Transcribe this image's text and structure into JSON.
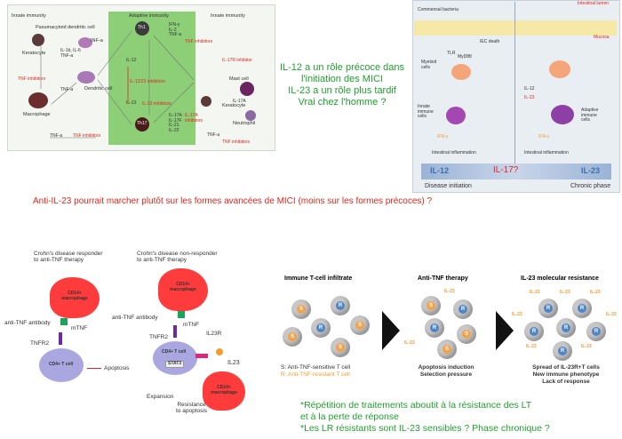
{
  "panel1": {
    "headers": {
      "innate_left": "Innate immunity",
      "adaptive": "Adaptive immunity",
      "innate_right": "Innate immunity"
    },
    "labels": {
      "pdc": "Pasumacytoid dendritic cell",
      "keratocyte_left": "Keratocyte",
      "infa": "INF-a",
      "cytokines_left": "IL-1b, IL-6\nTNF-a",
      "tnf_inhib_left": "TNF inhibitors",
      "tnfa_left": "TNF-a",
      "dendritic": "Dendritic cell",
      "macrophage": "Macrophage",
      "tnfa_bottom": "TNF-a",
      "tnf_inhib_bottom": "TNF inhibitors",
      "th1": "Th1",
      "il12": "IL-12",
      "il1223": "IL-12/23 inhibitors",
      "il23": "IL-23",
      "il23inh": "IL-23 inhibitors",
      "th17": "Th17",
      "ifn_block": "IFN-γ\nIL-2\nTNF-a",
      "tnf_inhib_top": "TNF inhibitors",
      "il17r": "IL-17R inhibitor",
      "il17_block": "IL-17A\nIL-17F\nIL-21\nIL-22",
      "il17a_inh": "IL-17A\ninhibitors",
      "mast": "Mast cell",
      "il17a": "IL-17A",
      "keratocyte_right": "Keratocyte",
      "neutrophil": "Neutrophil",
      "tnfa_right": "TNF-a",
      "tnf_inhib_right": "TNF inhibitors"
    }
  },
  "panel2": {
    "intestinal_lumen": "Intestinal lumen",
    "commensal": "Commensal bacteria",
    "mucosa": "Mucosa",
    "iec_death": "IEC death",
    "tlr": "TLR",
    "myd88": "MyD88",
    "myeloid": "Myeloid\ncells",
    "il12_r": "IL-12",
    "il23_r": "IL-23",
    "innate_cells": "Innate\nimmune\ncells",
    "adaptive_cells": "Adaptive\nimmune\ncells",
    "ifng_left": "IFN-γ",
    "ifng_right": "IFN-γ",
    "inflam_left": "Intestinal inflammation",
    "inflam_right": "Intestinal inflammation",
    "bar_il12": "IL-12",
    "bar_il17": "IL-17?",
    "bar_il23": "IL-23",
    "disease_initiation": "Disease initiation",
    "chronic_phase": "Chronic phase"
  },
  "note_green": [
    "IL-12 a un rôle précoce dans",
    "l'initiation des MICI",
    "IL-23 a un rôle plus tardif",
    "Vrai chez l'homme ?"
  ],
  "note_red": "Anti-IL-23 pourrait marcher plutôt sur les formes avancées de MICI (moins sur les formes précoces) ?",
  "panel3": {
    "responder_title": "Crohn's disease responder\nto anti-TNF therapy",
    "nonresponder_title": "Crohn's disease non-responder\nto anti-TNF therapy",
    "cd14_mac": "CD14+\nmacrophage",
    "antitnf": "anti-TNF antibody",
    "mtnf": "mTNF",
    "tnfr2": "TNFR2",
    "cd4": "CD4+ T cell",
    "apoptosis": "Apoptosis",
    "il23r": "IL23R",
    "stat3": "STAT3",
    "il23": "IL23",
    "expansion": "Expansion",
    "resistance": "Resistance\nto apoptosis"
  },
  "panel4": {
    "infiltrate_title": "Immune T-cell infiltrate",
    "antitnf_title": "Anti-TNF therapy",
    "resistance_title": "IL-23 molecular resistance",
    "legend_s": "S: Anti-TNF-sensitive T cell",
    "legend_r": "R: Anti-TNF-resistant T cell",
    "apoptosis_induction": "Apoptosis induction",
    "selection_pressure": "Selection pressure",
    "spread": "Spread of IL-23R+T cells",
    "phenotype": "New immune phenotype",
    "lack": "Lack of response",
    "il23_label": "IL-23",
    "s": "S",
    "r": "R"
  },
  "note_bottom": [
    "*Répétition de traitements aboutit à la résistance des LT",
    "et à la perte de réponse",
    "*Les LR résistants sont IL-23 sensibles ? Phase chronique ?"
  ],
  "colors": {
    "green_text": "#1fa12e",
    "red_text": "#e0261c",
    "adaptive_bg": "#8ccf77",
    "il23_orange": "#f39c2f",
    "r_blue": "#4f85c8"
  }
}
